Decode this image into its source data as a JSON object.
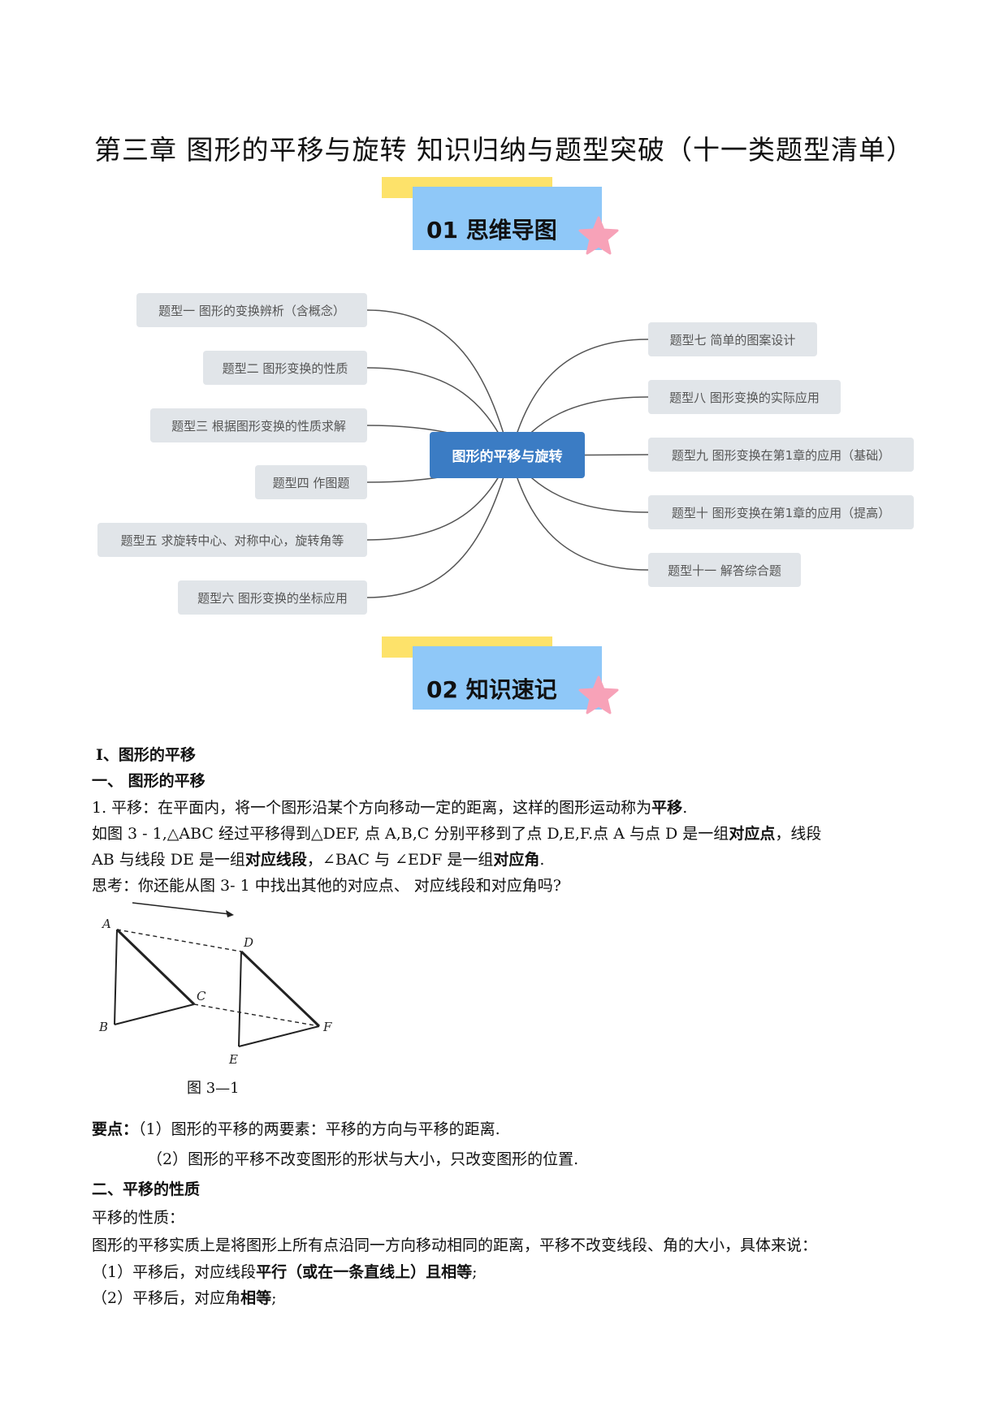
{
  "title": "第三章 图形的平移与旋转  知识归纳与题型突破（十一类题型清单）",
  "section1": {
    "label": "01  思维导图"
  },
  "section2": {
    "label": "02  知识速记"
  },
  "mindmap": {
    "center": "图形的平移与旋转",
    "left": [
      "题型一 图形的变换辨析（含概念）",
      "题型二 图形变换的性质",
      "题型三 根据图形变换的性质求解",
      "题型四 作图题",
      "题型五 求旋转中心、对称中心，旋转角等",
      "题型六 图形变换的坐标应用"
    ],
    "right": [
      "题型七  简单的图案设计",
      "题型八 图形变换的实际应用",
      "题型九 图形变换在第1章的应用（基础）",
      "题型十 图形变换在第1章的应用（提高）",
      "题型十一 解答综合题"
    ]
  },
  "content": {
    "h_part1": "Ⅰ、图形的平移",
    "h_sub1": "一、  图形的平移",
    "p1_a": "1. 平移：在平面内，将一个图形沿某个方向移动一定的距离，这样的图形运动称为",
    "p1_b": "平移",
    "p1_c": ".",
    "p2_a": "如图 3 - 1,△ABC 经过平移得到△DEF, 点  A,B,C 分别平移到了点  D,E,F.点 A 与点 D 是一组",
    "p2_b": "对应点",
    "p2_c": "，线段",
    "p3_a": "AB 与线段 DE 是一组",
    "p3_b": "对应线段",
    "p3_c": "，∠BAC 与  ∠EDF 是一组",
    "p3_d": "对应角",
    "p3_e": ".",
    "p4": "思考：你还能从图 3- 1 中找出其他的对应点、  对应线段和对应角吗?",
    "fig_caption": "图 3—1",
    "fig_labels": {
      "A": "A",
      "B": "B",
      "C": "C",
      "D": "D",
      "E": "E",
      "F": "F"
    },
    "kp_label": "要点：",
    "kp1": "（1）图形的平移的两要素：平移的方向与平移的距离.",
    "kp2": "（2）图形的平移不改变图形的形状与大小，只改变图形的位置.",
    "h_sub2": "二、平移的性质",
    "p5": " 平移的性质：",
    "p6": "图形的平移实质上是将图形上所有点沿同一方向移动相同的距离，平移不改变线段、角的大小，具体来说：",
    "p7_a": "（1）平移后，对应线段",
    "p7_b": "平行（或在一条直线上）且相等",
    "p7_c": ";",
    "p8_a": "（2）平移后，对应角",
    "p8_b": "相等",
    "p8_c": ";"
  }
}
